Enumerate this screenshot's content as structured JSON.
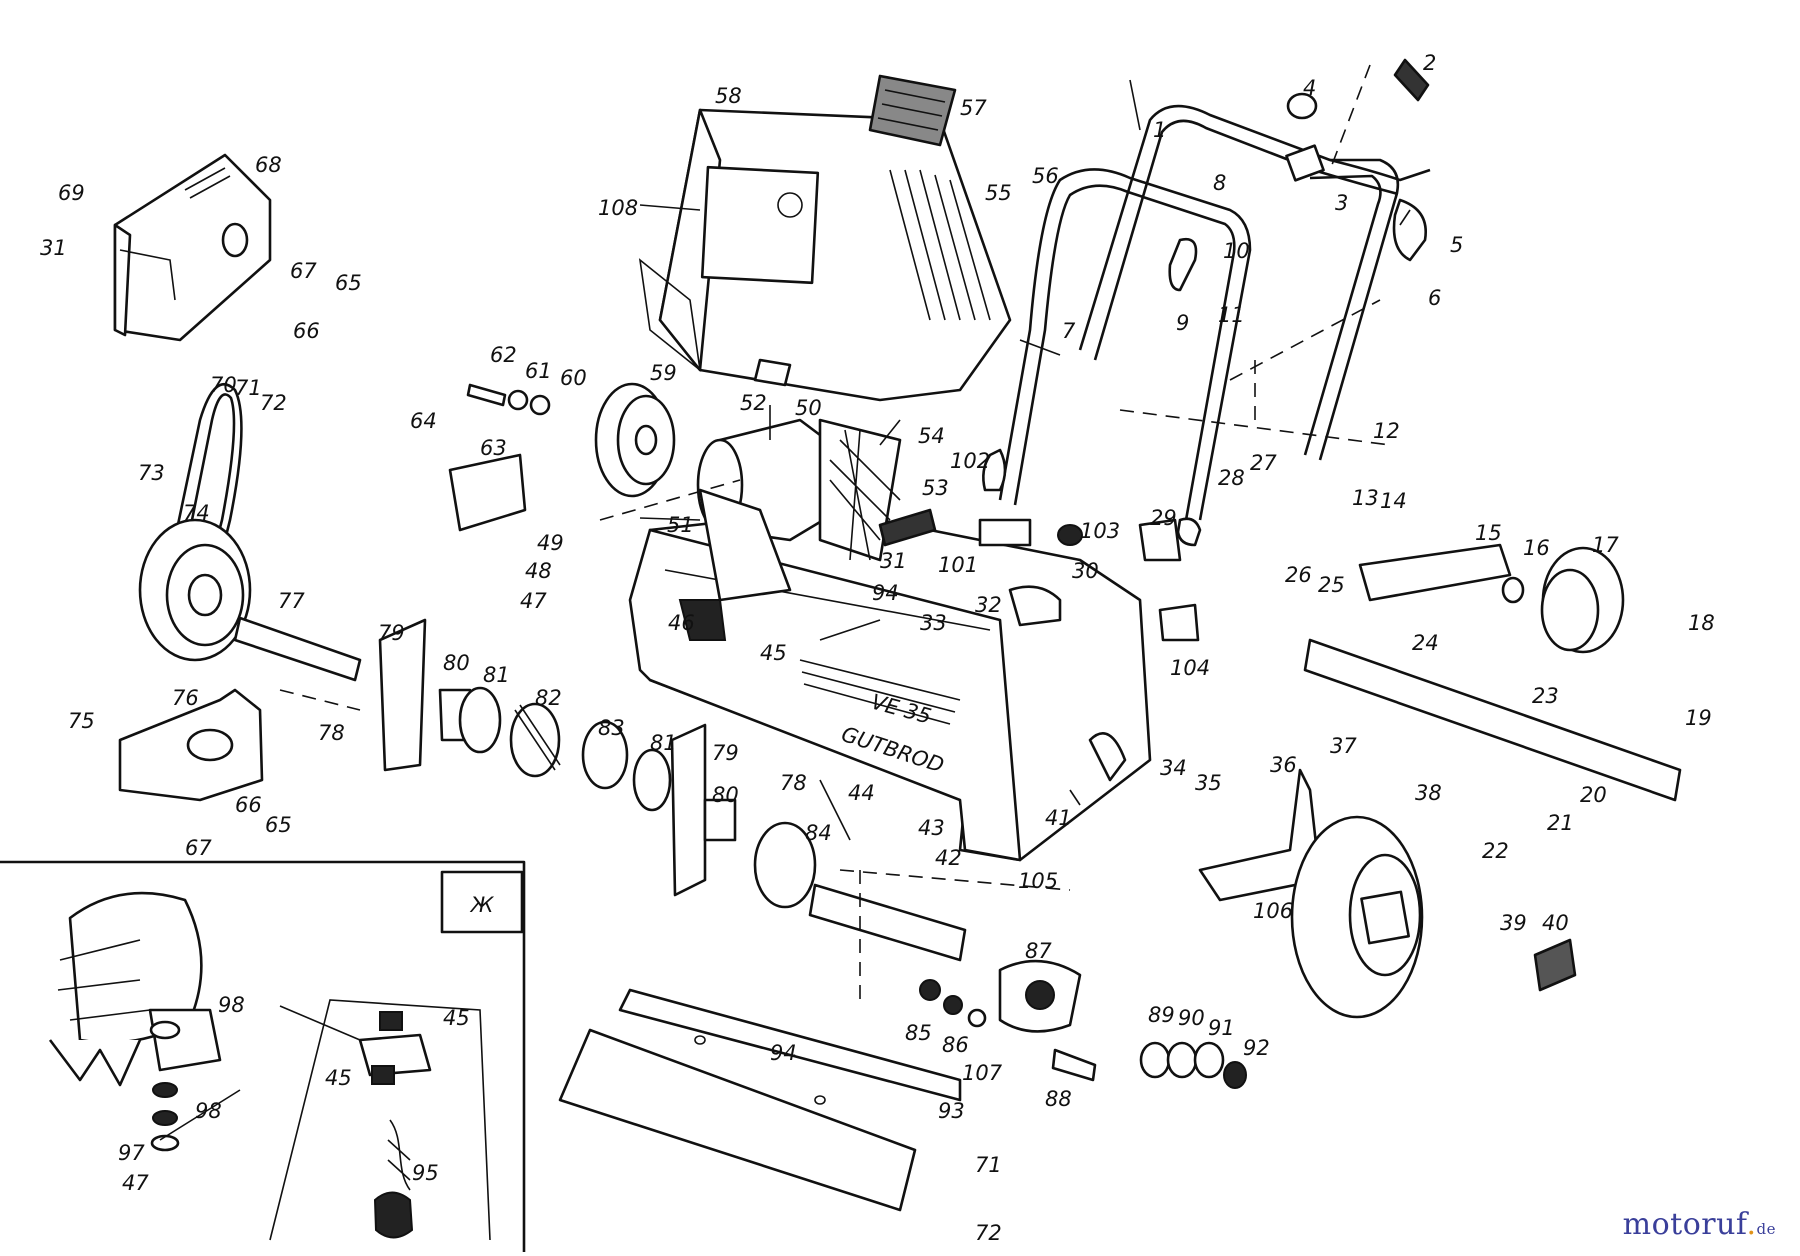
{
  "diagram": {
    "model_text_1": "VE 35",
    "model_text_2": "GUTBROD",
    "inset_marker": "Ж",
    "part_numbers": [
      "1",
      "2",
      "3",
      "4",
      "5",
      "6",
      "7",
      "8",
      "9",
      "10",
      "11",
      "12",
      "13",
      "14",
      "15",
      "16",
      "17",
      "18",
      "19",
      "20",
      "21",
      "22",
      "23",
      "24",
      "25",
      "26",
      "27",
      "28",
      "29",
      "30",
      "31",
      "31",
      "32",
      "33",
      "34",
      "35",
      "36",
      "37",
      "38",
      "39",
      "40",
      "41",
      "42",
      "43",
      "44",
      "45",
      "45",
      "45",
      "46",
      "47",
      "47",
      "48",
      "49",
      "50",
      "51",
      "52",
      "53",
      "54",
      "55",
      "56",
      "57",
      "58",
      "59",
      "60",
      "61",
      "62",
      "63",
      "64",
      "65",
      "65",
      "66",
      "66",
      "67",
      "67",
      "68",
      "69",
      "70",
      "71",
      "71",
      "72",
      "72",
      "73",
      "74",
      "75",
      "76",
      "77",
      "78",
      "78",
      "79",
      "79",
      "80",
      "80",
      "81",
      "81",
      "82",
      "83",
      "84",
      "85",
      "86",
      "87",
      "88",
      "89",
      "90",
      "91",
      "92",
      "93",
      "94",
      "94",
      "95",
      "97",
      "98",
      "98",
      "101",
      "102",
      "103",
      "104",
      "105",
      "106",
      "107",
      "108"
    ]
  },
  "watermark": {
    "part1": "motoruf",
    "part2": ".",
    "part3": "de"
  }
}
